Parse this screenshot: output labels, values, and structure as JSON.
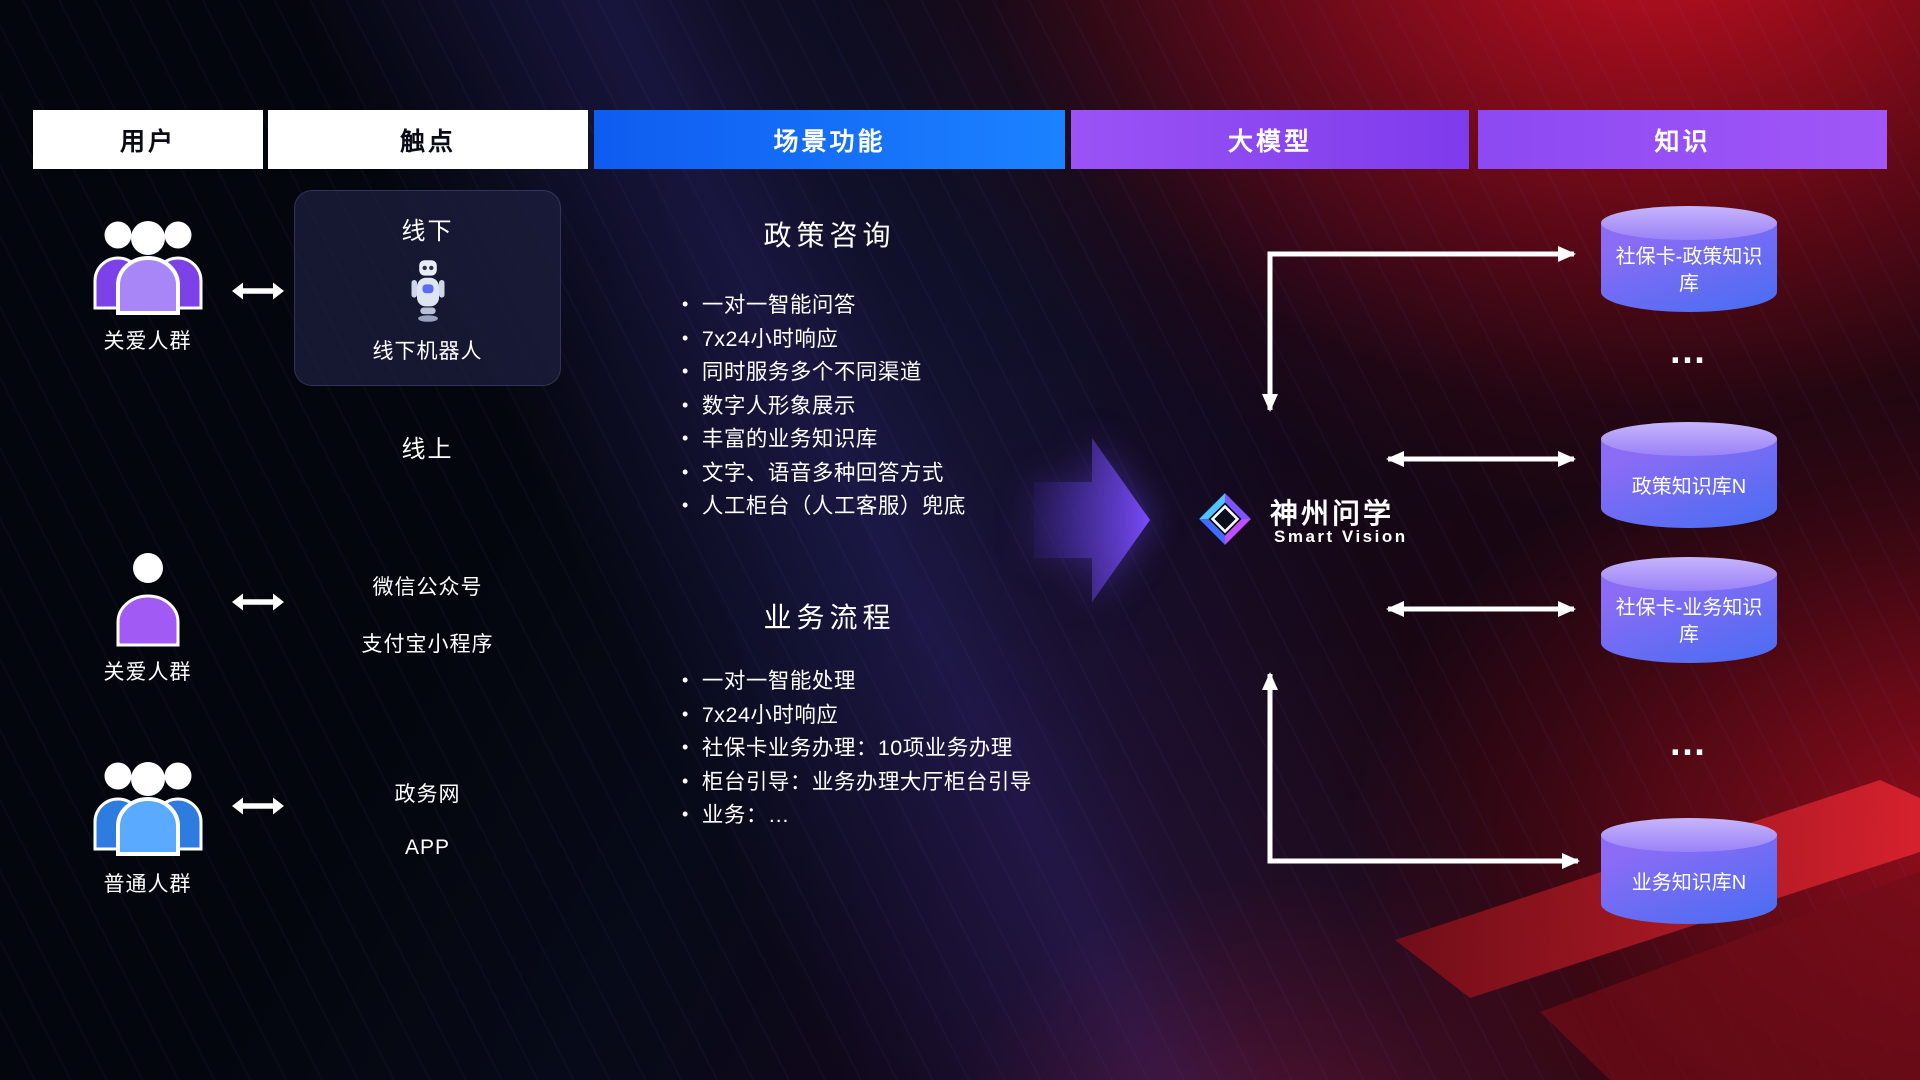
{
  "columns": [
    {
      "label": "用户",
      "theme": "white"
    },
    {
      "label": "触点",
      "theme": "white"
    },
    {
      "label": "场景功能",
      "theme": "blue"
    },
    {
      "label": "大模型",
      "theme": "purple"
    },
    {
      "label": "知识",
      "theme": "purple"
    }
  ],
  "users": [
    {
      "label": "关爱人群",
      "icon": "group-people-purple"
    },
    {
      "label": "关爱人群",
      "icon": "single-person-purple"
    },
    {
      "label": "普通人群",
      "icon": "group-people-blue"
    }
  ],
  "touchpoints": {
    "offline_card": {
      "title": "线下",
      "robot_icon": "service-robot",
      "caption": "线下机器人"
    },
    "online_title": "线上",
    "channels_online": [
      "微信公众号",
      "支付宝小程序"
    ],
    "channels_web": [
      "政务网",
      "APP"
    ]
  },
  "scenarios": [
    {
      "title": "政策咨询",
      "items": [
        "一对一智能问答",
        "7x24小时响应",
        "同时服务多个不同渠道",
        "数字人形象展示",
        "丰富的业务知识库",
        "文字、语音多种回答方式",
        "人工柜台（人工客服）兜底"
      ]
    },
    {
      "title": "业务流程",
      "items": [
        "一对一智能处理",
        "7x24小时响应",
        "社保卡业务办理：10项业务办理",
        "柜台引导：业务办理大厅柜台引导",
        "业务：…"
      ]
    }
  ],
  "model": {
    "brand": "神州问学",
    "subtitle": "Smart Vision",
    "logo_icon": "diamond-gem"
  },
  "knowledge": {
    "databases": [
      "社保卡-政策知识库",
      "政策知识库N",
      "社保卡-业务知识库",
      "业务知识库N"
    ],
    "ellipsis": "…"
  },
  "colors": {
    "header_blue": "#1466f2",
    "header_purple": "#8e4bf0",
    "accent_purple": "#8b5cf6",
    "accent_blue": "#4da3ff",
    "background_red": "#8f0f1d",
    "cylinder_top": "#b7a3fa",
    "cylinder_body_start": "#8a6cf5",
    "cylinder_body_end": "#4b6df2",
    "arrow_white": "#ffffff"
  }
}
